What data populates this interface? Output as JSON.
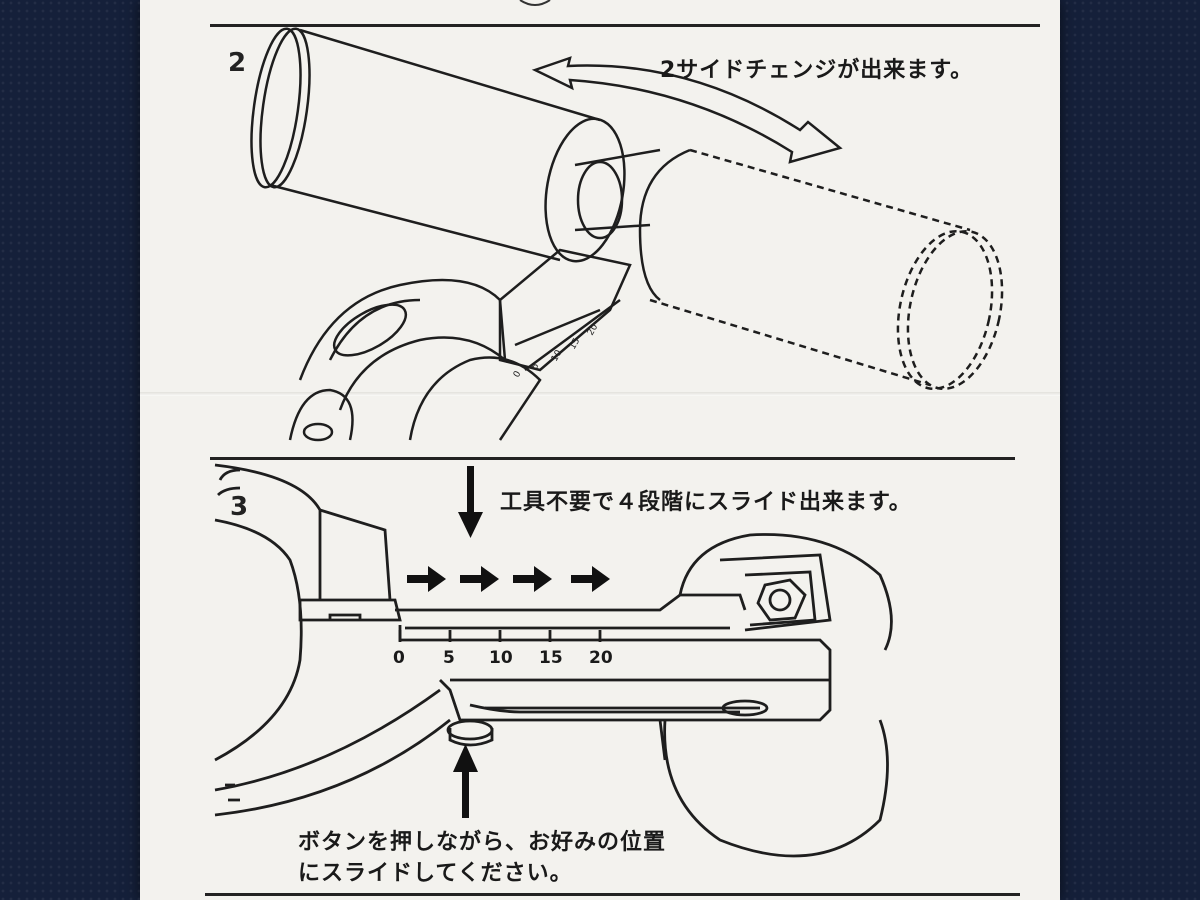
{
  "step2": {
    "number": "2",
    "caption": "2サイドチェンジが出来ます。"
  },
  "step3": {
    "number": "3",
    "caption_top": "工具不要で４段階にスライド出来ます。",
    "scale_labels": [
      "0",
      "5",
      "10",
      "15",
      "20"
    ],
    "caption_bottom_line1": "ボタンを押しながら、お好みの位置",
    "caption_bottom_line2": "にスライドしてください。"
  }
}
